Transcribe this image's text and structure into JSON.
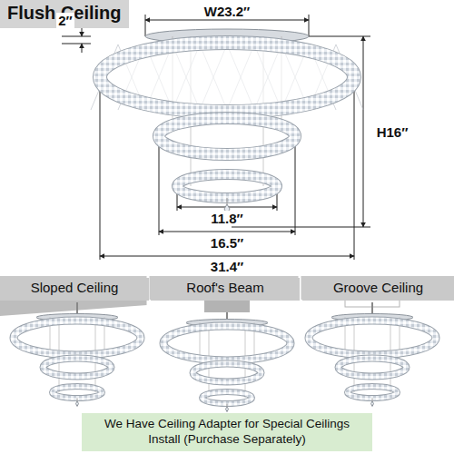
{
  "diagram": {
    "nodes": [
      {
        "text": [
          "Flush Ceiling"
        ]
      },
      {
        "text": [
          "Sloped Ceiling"
        ]
      },
      {
        "text": [
          "Roof's Beam"
        ]
      },
      {
        "text": [
          "Groove Ceiling"
        ]
      },
      {
        "text": [
          "We Have Ceiling Adapter for Special Ceilings Install (Purchase Separately)"
        ]
      }
    ],
    "labels": [
      "W23.2″",
      "2″",
      "H16″",
      "11.8″",
      "16.5″",
      "31.4″"
    ]
  }
}
